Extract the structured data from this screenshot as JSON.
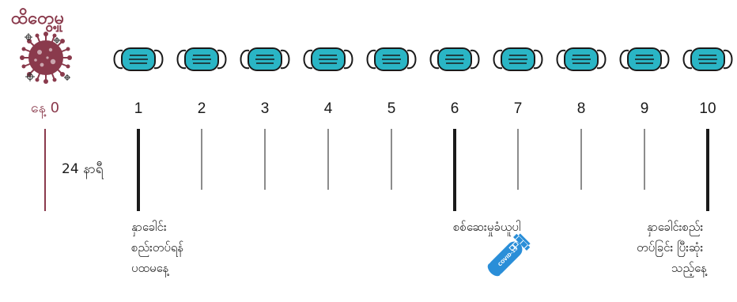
{
  "title": "ထိတွေ့မှု",
  "day_zero_label": "နေ့ 0",
  "hours_label": "24 နာရီ",
  "days": [
    "1",
    "2",
    "3",
    "4",
    "5",
    "6",
    "7",
    "8",
    "9",
    "10"
  ],
  "annotations": {
    "start": [
      "နှာခေါင်း",
      "စည်းတပ်ရန်",
      "ပထမနေ့"
    ],
    "test": [
      "စစ်ဆေးမှုခံယူပါ"
    ],
    "end": [
      "နှာခေါင်းစည်း",
      "တပ်ခြင်း ပြီးဆုံး",
      "သည့်နေ့"
    ]
  },
  "test_tube_text": "COVID-19",
  "colors": {
    "accent": "#8a3a4c",
    "mask": "#2ab5c5",
    "mask_outline": "#1a1a1a",
    "tube": "#2a8ed8",
    "line": "#1a1a1a"
  },
  "icons": {
    "virus": "virus-icon",
    "mask": "face-mask-icon",
    "tube": "test-tube-icon"
  }
}
